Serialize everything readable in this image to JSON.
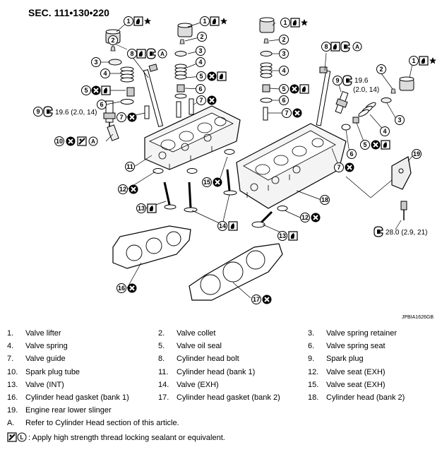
{
  "section_title": "SEC. 111•130•220",
  "image_code": "JPBIA1626GB",
  "torques": {
    "spark_plug": "19.6 (2.0, 14)",
    "bank2_plug_top": "19.6",
    "bank2_plug_bottom": "(2.0, 14)",
    "slinger_bolt": "28.0 (2.9, 21)"
  },
  "note_letter": "A",
  "callouts": [
    "1",
    "2",
    "3",
    "4",
    "5",
    "6",
    "7",
    "8",
    "9",
    "10",
    "11",
    "12",
    "13",
    "14",
    "15",
    "16",
    "17",
    "18",
    "19"
  ],
  "legend": [
    {
      "num": "1.",
      "text": "Valve lifter"
    },
    {
      "num": "2.",
      "text": "Valve collet"
    },
    {
      "num": "3.",
      "text": "Valve spring retainer"
    },
    {
      "num": "4.",
      "text": "Valve spring"
    },
    {
      "num": "5.",
      "text": "Valve oil seal"
    },
    {
      "num": "6.",
      "text": "Valve spring seat"
    },
    {
      "num": "7.",
      "text": "Valve guide"
    },
    {
      "num": "8.",
      "text": "Cylinder head bolt"
    },
    {
      "num": "9.",
      "text": "Spark plug"
    },
    {
      "num": "10.",
      "text": "Spark plug tube"
    },
    {
      "num": "11.",
      "text": "Cylinder head (bank 1)"
    },
    {
      "num": "12.",
      "text": "Valve seat (EXH)"
    },
    {
      "num": "13.",
      "text": "Valve (INT)"
    },
    {
      "num": "14.",
      "text": "Valve (EXH)"
    },
    {
      "num": "15.",
      "text": "Valve seat (EXH)"
    },
    {
      "num": "16.",
      "text": "Cylinder head gasket (bank 1)"
    },
    {
      "num": "17.",
      "text": "Cylinder head gasket (bank 2)"
    },
    {
      "num": "18.",
      "text": "Cylinder head (bank 2)"
    },
    {
      "num": "19.",
      "text": "Engine rear lower slinger"
    }
  ],
  "notes": [
    {
      "num": "A.",
      "text": "Refer to Cylinder Head section of this article."
    },
    {
      "num": "",
      "text": ": Apply high strength thread locking sealant or equivalent."
    }
  ]
}
